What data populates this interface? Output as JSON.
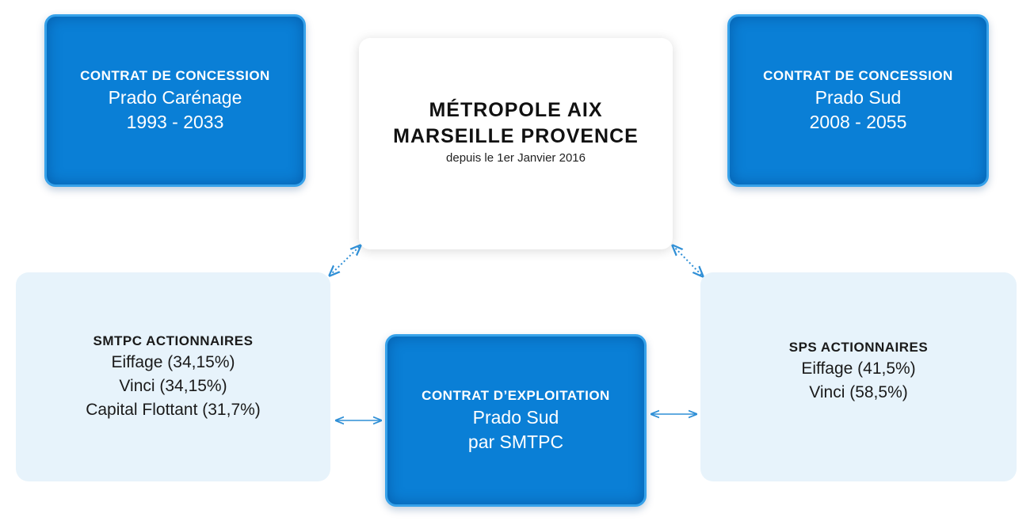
{
  "colors": {
    "primary_blue": "#0a7fd6",
    "light_blue": "#e7f3fb",
    "arrow": "#2f8fd6"
  },
  "concession_left": {
    "heading": "CONTRAT DE CONCESSION",
    "name": "Prado Carénage",
    "period": "1993 - 2033"
  },
  "concession_right": {
    "heading": "CONTRAT DE CONCESSION",
    "name": "Prado Sud",
    "period": "2008 - 2055"
  },
  "metropole": {
    "line1": "MÉTROPOLE AIX",
    "line2": "MARSEILLE PROVENCE",
    "subtitle": "depuis le 1er Janvier 2016"
  },
  "smtpc": {
    "heading": "SMTPC ACTIONNAIRES",
    "shareholders": [
      "Eiffage (34,15%)",
      "Vinci (34,15%)",
      "Capital Flottant (31,7%)"
    ]
  },
  "exploitation": {
    "heading": "CONTRAT D’EXPLOITATION",
    "name": "Prado Sud",
    "operator": "par SMTPC"
  },
  "sps": {
    "heading": "SPS ACTIONNAIRES",
    "shareholders": [
      "Eiffage (41,5%)",
      "Vinci (58,5%)"
    ]
  },
  "connectors": [
    {
      "from": "smtpc",
      "to": "metropole",
      "style": "dotted",
      "direction": "both"
    },
    {
      "from": "sps",
      "to": "metropole",
      "style": "dotted",
      "direction": "both"
    },
    {
      "from": "smtpc",
      "to": "exploitation",
      "style": "solid",
      "direction": "both"
    },
    {
      "from": "exploitation",
      "to": "sps",
      "style": "solid",
      "direction": "both"
    }
  ]
}
